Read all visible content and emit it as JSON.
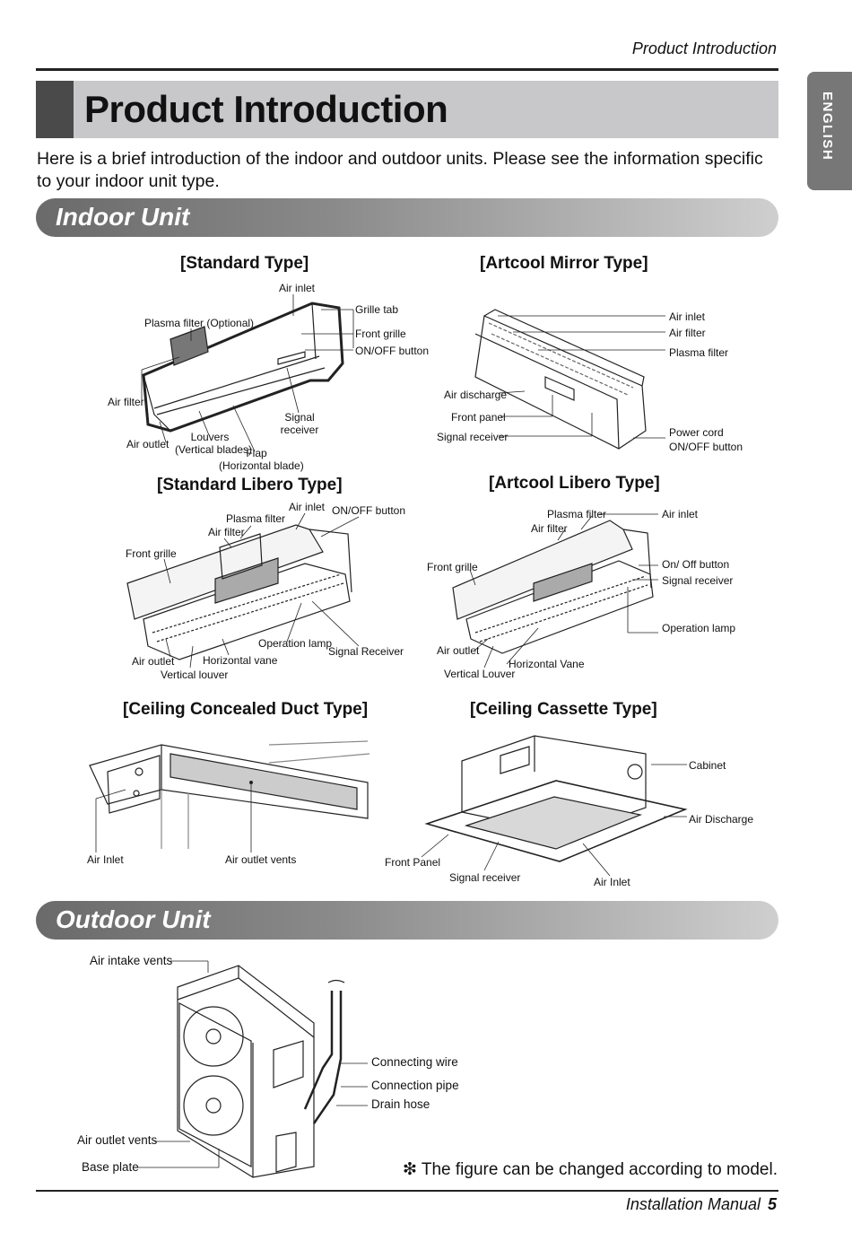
{
  "header": {
    "running_title": "Product Introduction",
    "language_tab": "ENGLISH"
  },
  "title": "Product Introduction",
  "intro": "Here is a brief introduction of the indoor and outdoor units. Please see the information specific to your indoor unit type.",
  "indoor": {
    "heading": "Indoor Unit",
    "standard": {
      "title": "[Standard Type]",
      "air_inlet": "Air inlet",
      "plasma_filter": "Plasma filter (Optional)",
      "grille_tab": "Grille tab",
      "front_grille": "Front grille",
      "onoff": "ON/OFF button",
      "air_filter": "Air filter",
      "signal_1": "Signal",
      "signal_2": "receiver",
      "air_outlet": "Air outlet",
      "louvers_1": "Louvers",
      "louvers_2": "(Vertical blades)",
      "flap_1": "Flap",
      "flap_2": "(Horizontal blade)"
    },
    "artcool_mirror": {
      "title": "[Artcool Mirror Type]",
      "air_inlet": "Air inlet",
      "air_filter": "Air filter",
      "plasma_filter": "Plasma filter",
      "air_discharge": "Air discharge",
      "front_panel": "Front panel",
      "signal_receiver": "Signal receiver",
      "power_cord": "Power cord",
      "onoff": "ON/OFF button"
    },
    "standard_libero": {
      "title": "[Standard Libero Type]",
      "air_inlet": "Air inlet",
      "onoff": "ON/OFF button",
      "plasma_filter": "Plasma filter",
      "air_filter": "Air filter",
      "front_grille": "Front grille",
      "operation_lamp": "Operation lamp",
      "signal_receiver": "Signal Receiver",
      "air_outlet": "Air outlet",
      "horizontal_vane": "Horizontal vane",
      "vertical_louver": "Vertical louver"
    },
    "artcool_libero": {
      "title": "[Artcool Libero Type]",
      "plasma_filter": "Plasma filter",
      "air_inlet": "Air inlet",
      "air_filter": "Air filter",
      "front_grille": "Front grille",
      "onoff": "On/ Off button",
      "signal_receiver": "Signal receiver",
      "operation_lamp": "Operation lamp",
      "air_outlet": "Air outlet",
      "horizontal_vane": "Horizontal Vane",
      "vertical_louver": "Vertical Louver"
    },
    "ceiling_duct": {
      "title": "[Ceiling Concealed Duct Type]",
      "air_inlet": "Air Inlet",
      "air_outlet_vents": "Air outlet vents"
    },
    "ceiling_cassette": {
      "title": "[Ceiling Cassette Type]",
      "cabinet": "Cabinet",
      "air_discharge": "Air Discharge",
      "front_panel": "Front Panel",
      "signal_receiver": "Signal receiver",
      "air_inlet": "Air Inlet"
    }
  },
  "outdoor": {
    "heading": "Outdoor Unit",
    "air_intake_vents": "Air intake vents",
    "connecting_wire": "Connecting wire",
    "connection_pipe": "Connection pipe",
    "drain_hose": "Drain hose",
    "air_outlet_vents": "Air outlet vents",
    "base_plate": "Base plate"
  },
  "note": "❇ The figure can be changed according to model.",
  "footer": {
    "label": "Installation Manual",
    "page": "5"
  }
}
